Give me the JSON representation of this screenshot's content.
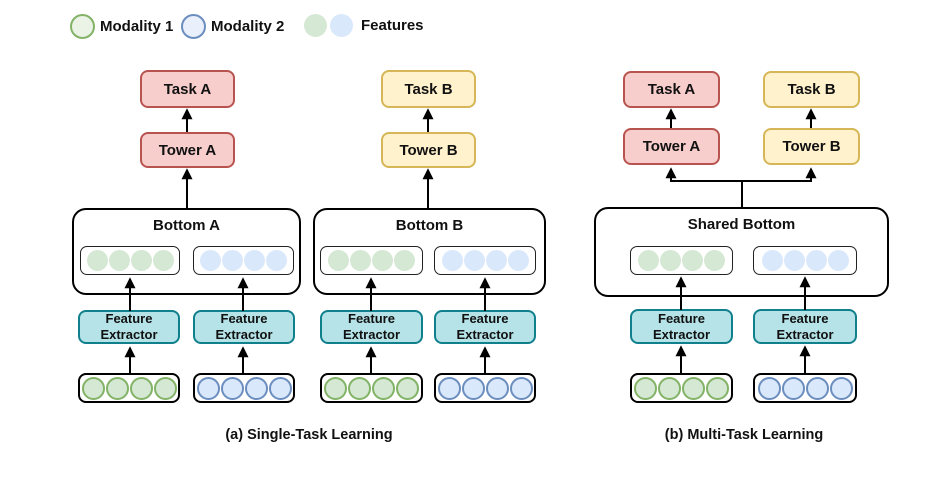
{
  "legend": {
    "modality1": "Modality 1",
    "modality2": "Modality 2",
    "features": "Features"
  },
  "nodes": {
    "task_a": "Task A",
    "task_b": "Task B",
    "tower_a": "Tower A",
    "tower_b": "Tower B",
    "bottom_a": "Bottom A",
    "bottom_b": "Bottom B",
    "shared_bottom": "Shared Bottom",
    "feature_extractor": "Feature Extractor"
  },
  "captions": {
    "single_task": "(a) Single-Task Learning",
    "multi_task": "(b) Multi-Task Learning"
  },
  "circles_per_group": 4,
  "colors": {
    "task_red_fill": "#f8cecc",
    "task_red_stroke": "#b85450",
    "task_yellow_fill": "#fff2cc",
    "task_yellow_stroke": "#d6b656",
    "extractor_teal_fill": "#b5e3e7",
    "extractor_teal_stroke": "#10808c",
    "modality1_green_fill": "#d5e8d4",
    "modality1_green_stroke": "#82b366",
    "modality2_blue_fill": "#dae8fc",
    "modality2_blue_stroke": "#6c8ebf",
    "arrow_color": "#000000"
  }
}
